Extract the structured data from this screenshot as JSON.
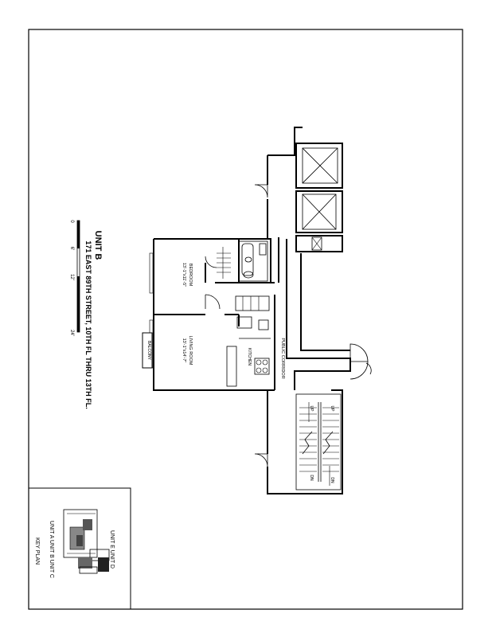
{
  "title_block": {
    "unit": "UNIT B",
    "address": "171 EAST 89TH STREET, 10TH FL THRU 13TH FL.",
    "scale_ticks": [
      "0",
      "6'",
      "12'",
      "24'"
    ]
  },
  "rooms": {
    "bedroom": {
      "name": "BEDROOM",
      "dims": "13'-1\"x11'-5\""
    },
    "living_room": {
      "name": "LIVING ROOM",
      "dims": "13'-1\"x14'-7\""
    },
    "kitchen": "KITCHEN",
    "balcony": "BALCONY",
    "public_corridor": "PUBLIC CORRIDOR",
    "stair_up_1": "UP",
    "stair_dn_1": "DN",
    "stair_up_2": "UP",
    "stair_dn_2": "DN"
  },
  "key_plan": {
    "title": "KEY PLAN",
    "units_top": "UNIT E  UNIT D",
    "units_bottom": "UNIT A  UNIT B  UNIT C"
  }
}
